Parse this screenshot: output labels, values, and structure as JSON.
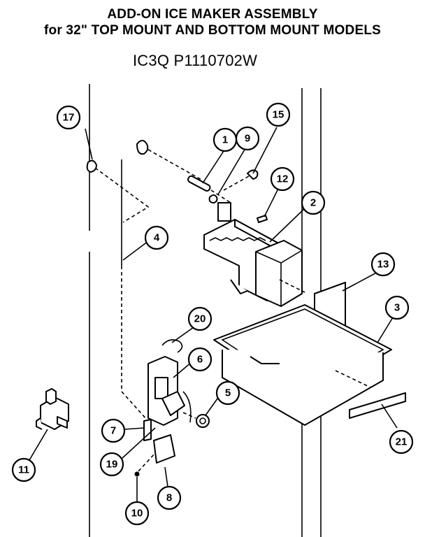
{
  "title": {
    "line1": "ADD-ON ICE MAKER ASSEMBLY",
    "line2": "for 32\" TOP MOUNT AND BOTTOM MOUNT MODELS",
    "model": "IC3Q  P1110702W"
  },
  "callouts": [
    {
      "id": "1",
      "label": "1"
    },
    {
      "id": "2",
      "label": "2"
    },
    {
      "id": "3",
      "label": "3"
    },
    {
      "id": "4",
      "label": "4"
    },
    {
      "id": "5",
      "label": "5"
    },
    {
      "id": "6",
      "label": "6"
    },
    {
      "id": "7",
      "label": "7"
    },
    {
      "id": "8",
      "label": "8"
    },
    {
      "id": "9",
      "label": "9"
    },
    {
      "id": "10",
      "label": "10"
    },
    {
      "id": "11",
      "label": "11"
    },
    {
      "id": "12",
      "label": "12"
    },
    {
      "id": "13",
      "label": "13"
    },
    {
      "id": "15",
      "label": "15"
    },
    {
      "id": "17",
      "label": "17"
    },
    {
      "id": "19",
      "label": "19"
    },
    {
      "id": "20",
      "label": "20"
    },
    {
      "id": "21",
      "label": "21"
    }
  ]
}
